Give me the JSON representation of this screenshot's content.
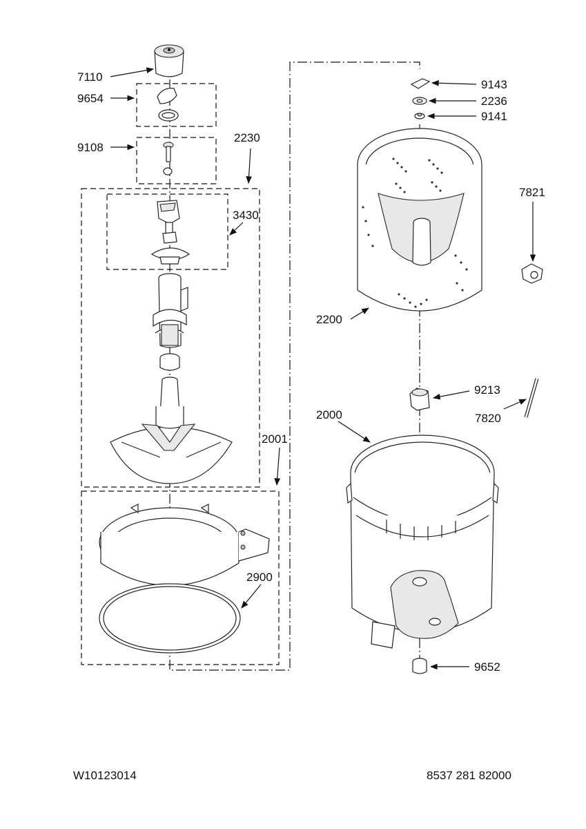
{
  "diagram": {
    "labels": {
      "l7110": "7110",
      "l9654": "9654",
      "l9108": "9108",
      "l2230": "2230",
      "l3430": "3430",
      "l2001": "2001",
      "l2900": "2900",
      "l9143": "9143",
      "l2236": "2236",
      "l9141": "9141",
      "l7821": "7821",
      "l2200": "2200",
      "l9213": "9213",
      "l7820": "7820",
      "l2000": "2000",
      "l9652": "9652"
    },
    "footer": {
      "doc_number": "W10123014",
      "part_number": "8537 281 82000"
    }
  }
}
